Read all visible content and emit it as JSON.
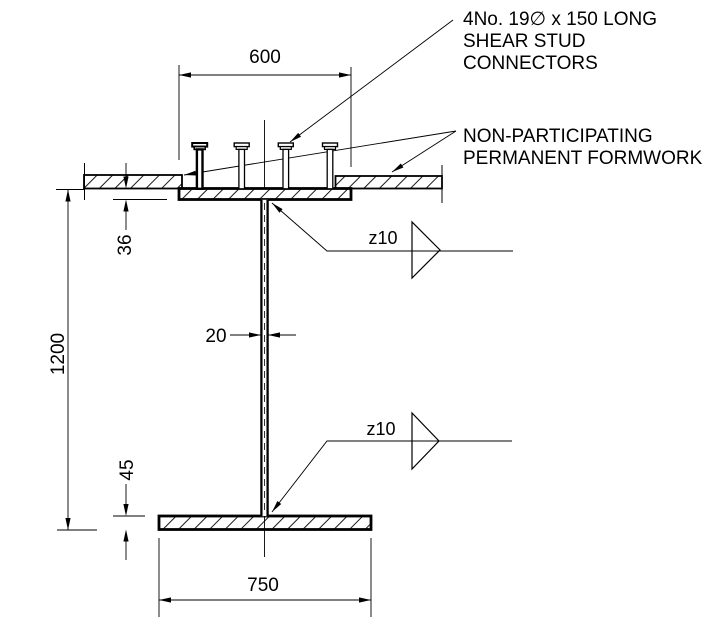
{
  "annotations": {
    "stud_note": {
      "line1": "4No. 19∅ x 150 LONG",
      "line2": "SHEAR STUD",
      "line3": "CONNECTORS"
    },
    "formwork_note": {
      "line1": "NON-PARTICIPATING",
      "line2": "PERMANENT FORMWORK"
    }
  },
  "dimensions": {
    "top_flange_width": "600",
    "bottom_flange_width": "750",
    "overall_depth": "1200",
    "top_flange_thickness": "36",
    "bottom_flange_thickness": "45",
    "web_thickness": "20"
  },
  "welds": {
    "top_weld": "z10",
    "bottom_weld": "z10"
  },
  "colors": {
    "line": "#000000",
    "background": "#ffffff"
  }
}
